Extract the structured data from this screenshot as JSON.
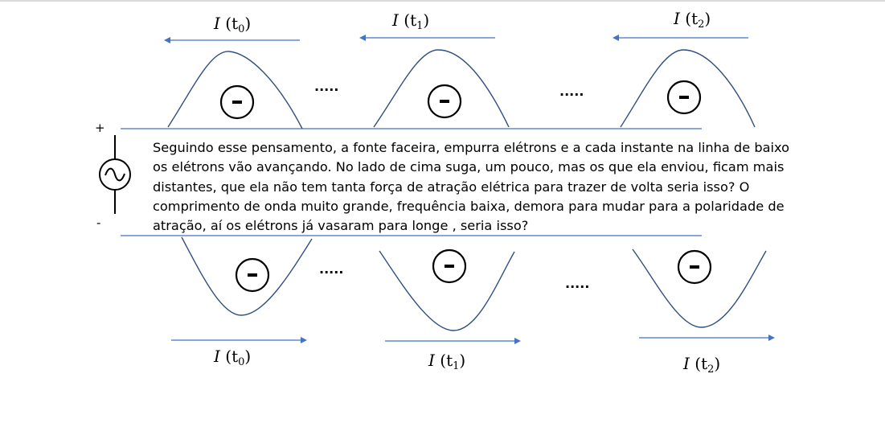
{
  "currents": {
    "top": [
      {
        "symbol": "I",
        "paren_open": "(",
        "t": "t",
        "sub": "0",
        "paren_close": ")"
      },
      {
        "symbol": "I",
        "paren_open": "(",
        "t": "t",
        "sub": "1",
        "paren_close": ")"
      },
      {
        "symbol": "I",
        "paren_open": "(",
        "t": "t",
        "sub": "2",
        "paren_close": ")"
      }
    ],
    "bottom": [
      {
        "symbol": "I",
        "paren_open": "(",
        "t": "t",
        "sub": "0",
        "paren_close": ")"
      },
      {
        "symbol": "I",
        "paren_open": "(",
        "t": "t",
        "sub": "1",
        "paren_close": ")"
      },
      {
        "symbol": "I",
        "paren_open": "(",
        "t": "t",
        "sub": "2",
        "paren_close": ")"
      }
    ]
  },
  "ellipsis": ".....",
  "electron_sign": "-",
  "source": {
    "plus": "+",
    "minus": "-"
  },
  "paragraph": "Seguindo esse pensamento, a fonte faceira, empurra elétrons e a cada instante na linha de baixo os elétrons vão avançando. No lado de cima suga, um pouco, mas os que ela enviou, ficam mais distantes, que ela não tem tanta força de atração elétrica para trazer de volta seria isso? O comprimento de onda muito grande, frequência baixa, demora para mudar para a polaridade de atração, aí os elétrons já vasaram para longe , seria isso?",
  "colors": {
    "line": "#4472c4",
    "curve": "#2f4f7f",
    "text": "#000000"
  }
}
